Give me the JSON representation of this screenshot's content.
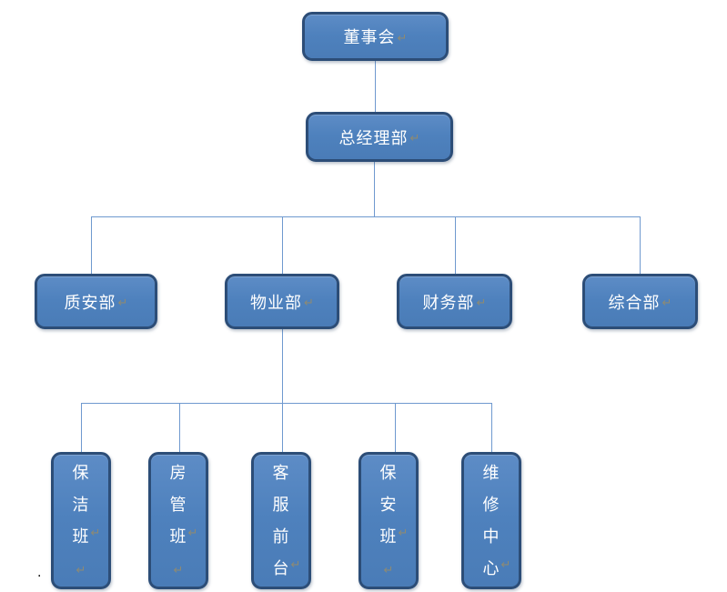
{
  "marks": {
    "return": "↵",
    "stray": "."
  },
  "colors": {
    "node_fill": "#4e81bd",
    "node_border": "#2c4d77",
    "connector": "#6f99cf",
    "node_text": "#ffffff",
    "return_mark": "#8d8a74",
    "background": "#ffffff"
  },
  "chart_data": {
    "type": "org-chart",
    "levels": [
      [
        "董事会"
      ],
      [
        "总经理部"
      ],
      [
        "质安部",
        "物业部",
        "财务部",
        "综合部"
      ],
      [
        "保洁班",
        "房管班",
        "客服前台",
        "保安班",
        "维修中心"
      ]
    ],
    "edges": [
      [
        "董事会",
        "总经理部"
      ],
      [
        "总经理部",
        "质安部"
      ],
      [
        "总经理部",
        "物业部"
      ],
      [
        "总经理部",
        "财务部"
      ],
      [
        "总经理部",
        "综合部"
      ],
      [
        "物业部",
        "保洁班"
      ],
      [
        "物业部",
        "房管班"
      ],
      [
        "物业部",
        "客服前台"
      ],
      [
        "物业部",
        "保安班"
      ],
      [
        "物业部",
        "维修中心"
      ]
    ]
  },
  "chart": {
    "level1": {
      "label": "董事会"
    },
    "level2": {
      "label": "总经理部"
    },
    "level3": [
      {
        "label": "质安部"
      },
      {
        "label": "物业部"
      },
      {
        "label": "财务部"
      },
      {
        "label": "综合部"
      }
    ],
    "level4": [
      {
        "label": "保洁班",
        "chars": [
          "保",
          "洁",
          "班"
        ]
      },
      {
        "label": "房管班",
        "chars": [
          "房",
          "管",
          "班"
        ]
      },
      {
        "label": "客服前台",
        "chars": [
          "客",
          "服",
          "前",
          "台"
        ]
      },
      {
        "label": "保安班",
        "chars": [
          "保",
          "安",
          "班"
        ]
      },
      {
        "label": "维修中心",
        "chars": [
          "维",
          "修",
          "中",
          "心"
        ]
      }
    ]
  }
}
